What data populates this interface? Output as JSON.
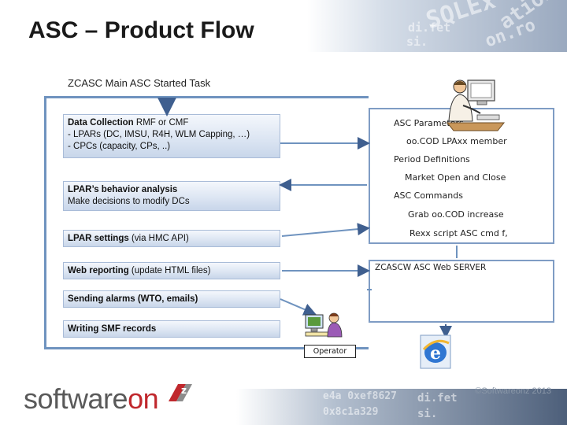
{
  "title": "ASC – Product Flow",
  "main_task_label": "ZCASC Main ASC Started Task",
  "flow_boxes": [
    {
      "bold": "Data Collection",
      "rest": " RMF or CMF",
      "lines": [
        "- LPARs (DC, IMSU, R4H, WLM Capping, …)",
        "- CPCs (capacity,  CPs, ..)"
      ]
    },
    {
      "bold": "LPAR’s behavior analysis",
      "rest": "",
      "lines": [
        "Make  decisions to modify DCs"
      ]
    },
    {
      "bold": "LPAR settings",
      "rest": " (via HMC API)",
      "lines": []
    },
    {
      "bold": "Web reporting",
      "rest": " (update HTML files)",
      "lines": []
    },
    {
      "bold": "Sending alarms (WTO, emails)",
      "rest": "",
      "lines": []
    },
    {
      "bold": "Writing SMF records",
      "rest": "",
      "lines": []
    }
  ],
  "asc_panel": {
    "lines": [
      "ASC Parameters",
      "oo.COD LPAxx member",
      "Period Definitions",
      "Market Open and Close",
      "ASC Commands",
      "Grab oo.COD increase",
      "Rexx script ASC cmd f,"
    ]
  },
  "web_server_label": "ZCASCW ASC Web SERVER",
  "operator_label": "Operator",
  "copyright": "©Softwareonz 2013",
  "logo": {
    "part1": "software",
    "part2": "on"
  },
  "watermark_top": [
    "SQLEx",
    "ation",
    "di.fet",
    "si.",
    "on.ro"
  ],
  "watermark_bottom": [
    "e4a  0xef8627",
    "0x8c1a329",
    "di.fet",
    "si."
  ],
  "colors": {
    "accent_blue": "#6f93bf",
    "logo_red": "#c0282d",
    "logo_gray": "#595959"
  }
}
